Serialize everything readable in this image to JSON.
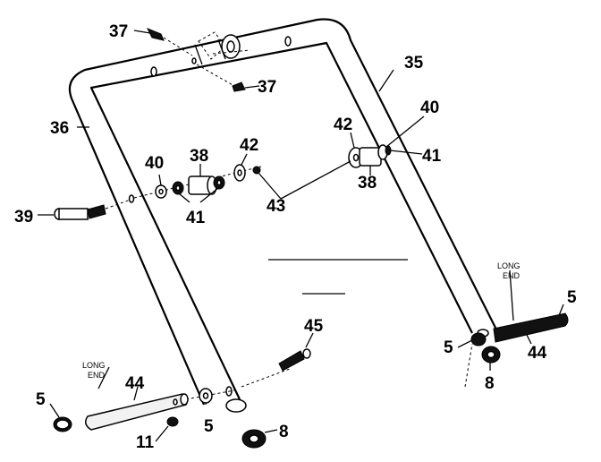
{
  "callouts": {
    "c37a": "37",
    "c37b": "37",
    "c35": "35",
    "c36": "36",
    "c40a": "40",
    "c38a": "38",
    "c42a": "42",
    "c42b": "42",
    "c40b": "40",
    "c41b": "41",
    "c38b": "38",
    "c39": "39",
    "c41a": "41",
    "c43": "43",
    "c5a": "5",
    "c5b": "5",
    "c44b": "44",
    "c8b": "8",
    "c45": "45",
    "c44a": "44",
    "c5c": "5",
    "c5d": "5",
    "c11": "11",
    "c8a": "8"
  },
  "notes": {
    "long_end_left": [
      "LONG",
      "END"
    ],
    "long_end_right": [
      "LONG",
      "END"
    ]
  }
}
